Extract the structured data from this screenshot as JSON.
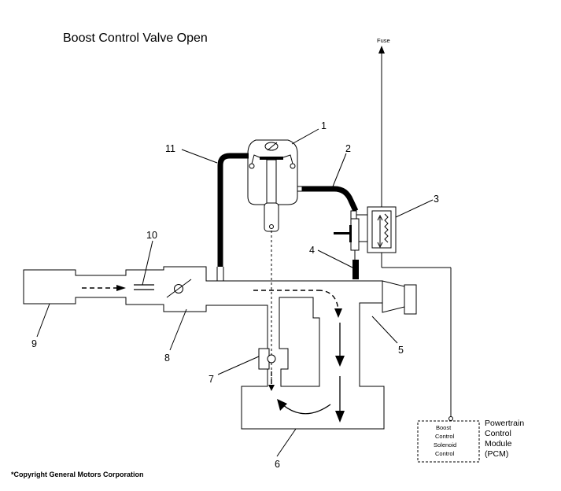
{
  "title": "Boost Control Valve Open",
  "fuse_label": "Fuse",
  "callouts": [
    "1",
    "2",
    "3",
    "4",
    "5",
    "6",
    "7",
    "8",
    "9",
    "10",
    "11"
  ],
  "pcm": {
    "box_lines": [
      "Boost",
      "Control",
      "Solenoid",
      "Control"
    ],
    "label_lines": [
      "Powertrain",
      "Control",
      "Module",
      "(PCM)"
    ]
  },
  "copyright": "*Copyright General Motors Corporation"
}
